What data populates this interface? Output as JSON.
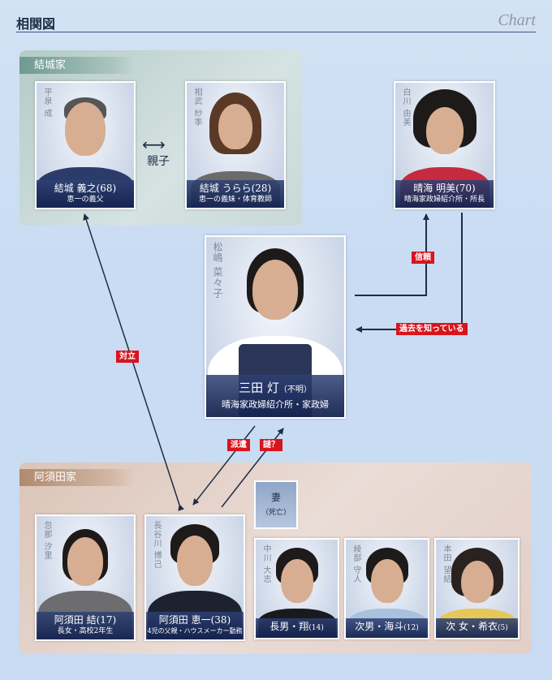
{
  "header": {
    "title": "相関図",
    "subtitle": "Chart"
  },
  "families": {
    "yuuki": {
      "label": "結城家"
    },
    "asuda": {
      "label": "阿須田家"
    }
  },
  "relation_labels": {
    "oyako": "親子",
    "tairitsu": "対立",
    "shinrai": "信頼",
    "kako": "過去を知っている",
    "haken": "派遣",
    "nazo": "謎？"
  },
  "wife": {
    "label": "妻",
    "note": "（死亡）"
  },
  "characters": {
    "yoshiyuki": {
      "actor": "平泉 成",
      "name": "結城 義之",
      "age": "(68)",
      "role": "恵一の義父"
    },
    "urara": {
      "actor": "相武 紗季",
      "name": "結城 うらら",
      "age": "(28)",
      "role": "恵一の義妹・体育教師"
    },
    "akemi": {
      "actor": "白川 由美",
      "name": "晴海 明美",
      "age": "(70)",
      "role": "晴海家政婦紹介所・所長"
    },
    "mita": {
      "actor": "松嶋 菜々子",
      "name": "三田 灯",
      "age": "（不明）",
      "role": "晴海家政婦紹介所・家政婦"
    },
    "yui": {
      "actor": "忽那 汐里",
      "name": "阿須田 結",
      "age": "(17)",
      "role": "長女・高校2年生"
    },
    "keiichi": {
      "actor": "長谷川 博己",
      "name": "阿須田 恵一",
      "age": "(38)",
      "role": "4児の父親・ハウスメーカー勤務"
    },
    "kakeru": {
      "actor": "中川 大志",
      "name": "長男・翔",
      "age": "(14)"
    },
    "kaito": {
      "actor": "綾部 守人",
      "name": "次男・海斗",
      "age": "(12)"
    },
    "kii": {
      "actor": "本田 望結",
      "name": "次 女・希衣",
      "age": "(5)"
    }
  },
  "colors": {
    "tag": "#d8141d",
    "line": "#1f2d45",
    "caption": "#1f3366"
  }
}
